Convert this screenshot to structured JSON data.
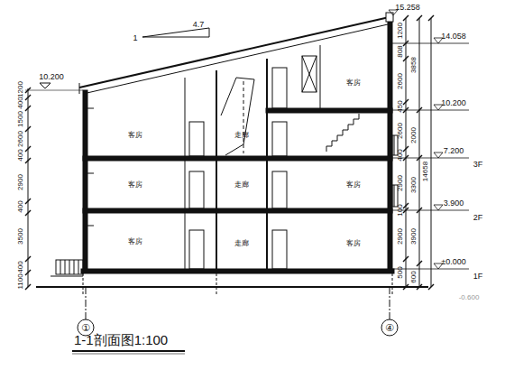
{
  "diagram": {
    "caption": "1-1剖面图1:100",
    "labels": [
      "15.258",
      "1",
      "4.7",
      "14.058",
      "10.200",
      "10.200",
      "7.200",
      "3F",
      "3.900",
      "2F",
      "±0.000",
      "1F",
      "客房",
      "客房",
      "客房",
      "走廊",
      "走廊",
      "走廊",
      "客房",
      "客房",
      "客房",
      "①",
      "④",
      "1200",
      "400",
      "1500",
      "2600",
      "400",
      "2900",
      "400",
      "3500",
      "400",
      "1100",
      "1200",
      "808",
      "2600",
      "450",
      "2600",
      "400",
      "2900",
      "100",
      "2900",
      "500",
      "3858",
      "2000",
      "3300",
      "3900",
      "600",
      "14658",
      "-0.600"
    ]
  }
}
